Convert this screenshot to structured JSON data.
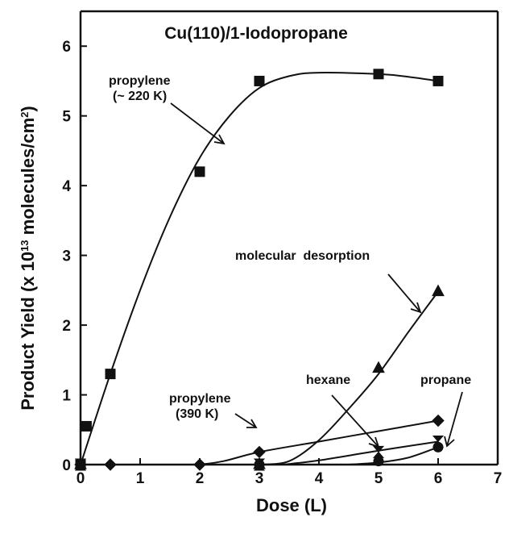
{
  "chart_data": {
    "type": "scatter",
    "title": "Cu(110)/1-Iodopropane",
    "xlabel": "Dose (L)",
    "ylabel": "Product Yield (x 10",
    "ylabel_sup1": "13",
    "ylabel_mid": " molecules/cm",
    "ylabel_sup2": "2",
    "ylabel_end": ")",
    "xlim": [
      0,
      7
    ],
    "ylim": [
      0,
      6.5
    ],
    "x_ticks": [
      0,
      1,
      2,
      3,
      4,
      5,
      6,
      7
    ],
    "y_ticks": [
      0,
      1,
      2,
      3,
      4,
      5,
      6
    ],
    "grid": false,
    "series": [
      {
        "key": "propylene_220",
        "marker": "square",
        "x": [
          0,
          0.1,
          0.5,
          2,
          3,
          5,
          6
        ],
        "y": [
          0,
          0.55,
          1.3,
          4.2,
          5.5,
          5.6,
          5.5
        ],
        "fit": [
          [
            0,
            0
          ],
          [
            0.5,
            1.3
          ],
          [
            1,
            2.5
          ],
          [
            1.5,
            3.55
          ],
          [
            2,
            4.4
          ],
          [
            2.5,
            5.0
          ],
          [
            3,
            5.4
          ],
          [
            3.5,
            5.57
          ],
          [
            4,
            5.62
          ],
          [
            5,
            5.6
          ],
          [
            5.5,
            5.56
          ],
          [
            6,
            5.5
          ]
        ]
      },
      {
        "key": "propylene_390",
        "marker": "diamond",
        "x": [
          0,
          0.5,
          2,
          3,
          6
        ],
        "y": [
          0,
          0,
          0,
          0.18,
          0.63
        ],
        "fit": [
          [
            2,
            0
          ],
          [
            2.4,
            0.05
          ],
          [
            3,
            0.18
          ],
          [
            4,
            0.33
          ],
          [
            5,
            0.48
          ],
          [
            6,
            0.63
          ]
        ]
      },
      {
        "key": "molecular_desorption",
        "marker": "triangle",
        "x": [
          0,
          3,
          5,
          6
        ],
        "y": [
          0,
          0,
          1.38,
          2.48
        ],
        "fit": [
          [
            3,
            0
          ],
          [
            3.5,
            0.05
          ],
          [
            4,
            0.35
          ],
          [
            4.5,
            0.8
          ],
          [
            5,
            1.3
          ],
          [
            5.5,
            1.9
          ],
          [
            6,
            2.48
          ]
        ]
      },
      {
        "key": "hexane",
        "marker": "hourglass",
        "x": [
          0,
          3,
          5,
          6
        ],
        "y": [
          0,
          0,
          0.18,
          0.33
        ],
        "fit": [
          [
            3.4,
            0
          ],
          [
            4,
            0.06
          ],
          [
            5,
            0.2
          ],
          [
            6,
            0.33
          ]
        ]
      },
      {
        "key": "propane",
        "marker": "circle",
        "x": [
          0,
          3,
          5,
          6
        ],
        "y": [
          0,
          0,
          0.05,
          0.25
        ],
        "fit": [
          [
            4.5,
            0
          ],
          [
            5,
            0.03
          ],
          [
            5.5,
            0.1
          ],
          [
            6,
            0.25
          ]
        ]
      }
    ],
    "annotations": [
      {
        "key": "propylene_220",
        "lines": [
          "propylene",
          "(~ 220 K)"
        ]
      },
      {
        "key": "molecular_desorption",
        "lines": [
          "molecular  desorption"
        ]
      },
      {
        "key": "hexane",
        "lines": [
          "hexane"
        ]
      },
      {
        "key": "propane",
        "lines": [
          "propane"
        ]
      },
      {
        "key": "propylene_390",
        "lines": [
          "propylene",
          "(390 K)"
        ]
      }
    ]
  }
}
